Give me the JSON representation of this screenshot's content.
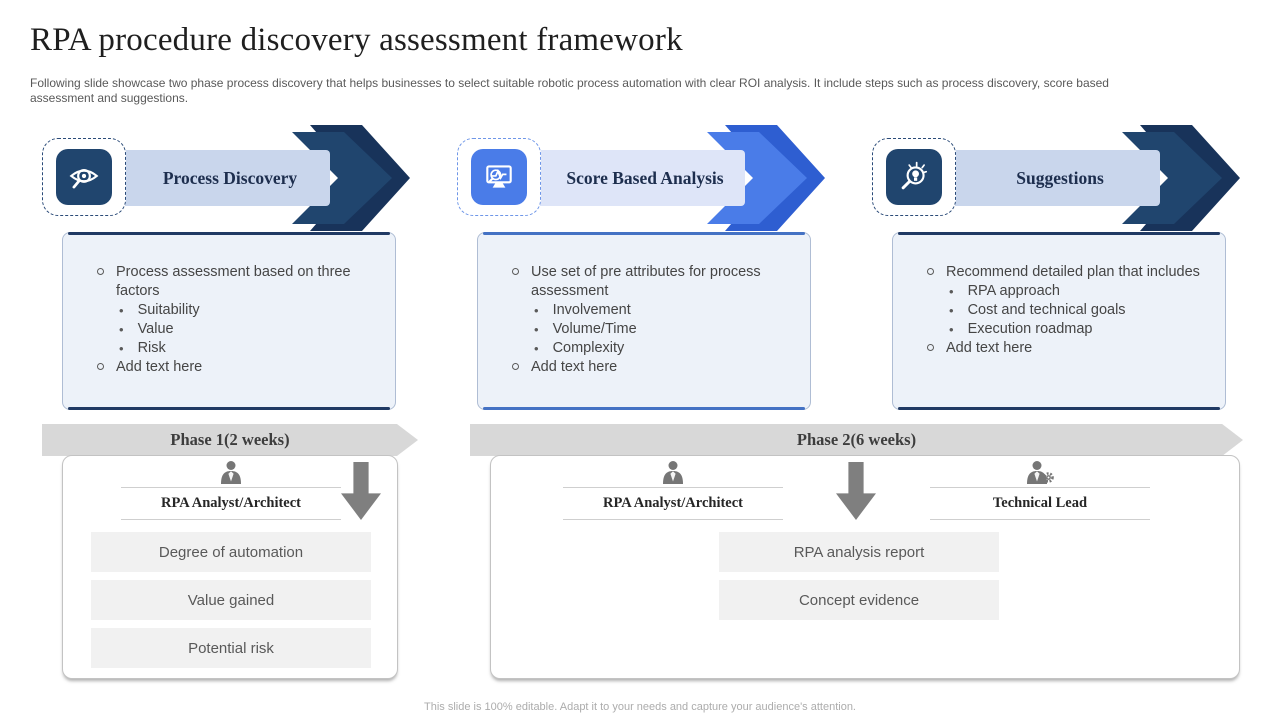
{
  "slide": {
    "title": "RPA procedure discovery assessment framework",
    "subtitle": "Following slide showcase two phase process discovery that helps businesses to select suitable robotic process automation with clear ROI analysis. It include steps such as process discovery, score based assessment and suggestions.",
    "footer": "This slide is 100% editable. Adapt it to your needs and capture your audience's attention."
  },
  "colors": {
    "navy": "#20456E",
    "navy_shadow": "#18335A",
    "blue": "#4A7CE8",
    "blue_shadow": "#2E5ED1",
    "banner_navy": "#C9D6EC",
    "banner_blue": "#DEE5F8",
    "box_bg": "#EDF2F9",
    "box_accent_navy": "#203A64",
    "box_accent_blue": "#4472C4",
    "phase_gray": "#D8D8D8",
    "item_gray": "#F1F1F1"
  },
  "columns": [
    {
      "header": "Process Discovery",
      "icon": "eye-magnifier-icon",
      "theme": "navy",
      "bullets": [
        {
          "text": "Process assessment based on three factors",
          "subs": [
            "Suitability",
            "Value",
            "Risk"
          ]
        },
        {
          "text": "Add text here",
          "subs": []
        }
      ]
    },
    {
      "header": "Score Based Analysis",
      "icon": "monitor-magnifier-icon",
      "theme": "blue",
      "bullets": [
        {
          "text": "Use set of pre attributes for process assessment",
          "subs": [
            "Involvement",
            "Volume/Time",
            "Complexity"
          ]
        },
        {
          "text": "Add text here",
          "subs": []
        }
      ]
    },
    {
      "header": "Suggestions",
      "icon": "bulb-magnifier-icon",
      "theme": "navy",
      "bullets": [
        {
          "text": "Recommend detailed plan that includes",
          "subs": [
            "RPA approach",
            "Cost and technical goals",
            "Execution roadmap"
          ]
        },
        {
          "text": "Add text here",
          "subs": []
        }
      ]
    }
  ],
  "phases": [
    {
      "label": "Phase 1(2 weeks)"
    },
    {
      "label": "Phase 2(6 weeks)"
    }
  ],
  "phase1_panel": {
    "role": "RPA Analyst/Architect",
    "items": [
      "Degree of automation",
      "Value gained",
      "Potential risk"
    ]
  },
  "phase2_panel": {
    "roles": [
      "RPA Analyst/Architect",
      "Technical Lead"
    ],
    "items": [
      "RPA analysis report",
      "Concept evidence"
    ]
  }
}
